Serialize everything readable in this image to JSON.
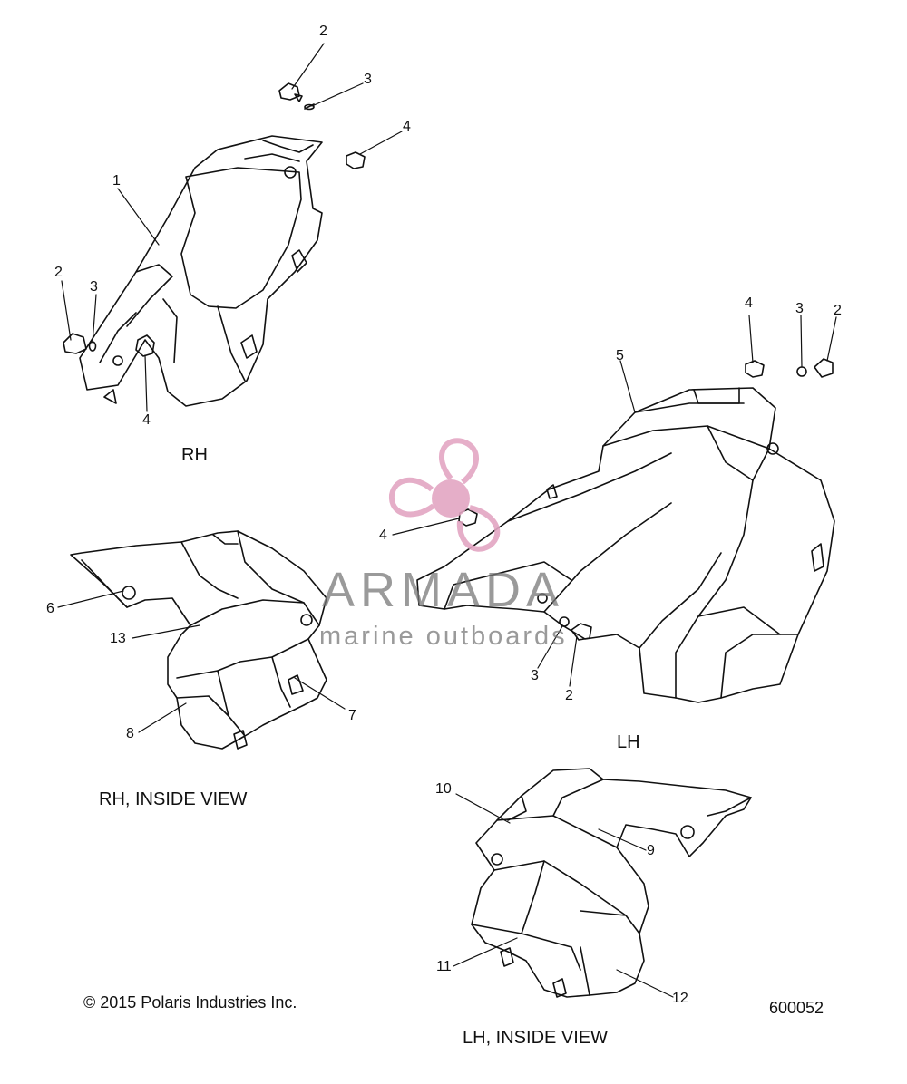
{
  "callouts": {
    "rh_top_2": "2",
    "rh_top_3": "3",
    "rh_top_4": "4",
    "rh_1": "1",
    "rh_left_2": "2",
    "rh_left_3": "3",
    "rh_left_4": "4",
    "lh_4": "4",
    "lh_3": "3",
    "lh_2": "2",
    "lh_5": "5",
    "lh_mid_4": "4",
    "lh_mid_3": "3",
    "lh_mid_2": "2",
    "rhi_6": "6",
    "rhi_13": "13",
    "rhi_7": "7",
    "rhi_8": "8",
    "lhi_10": "10",
    "lhi_9": "9",
    "lhi_11": "11",
    "lhi_12": "12"
  },
  "views": {
    "rh": "RH",
    "lh": "LH",
    "rh_inside": "RH, INSIDE VIEW",
    "lh_inside": "LH, INSIDE VIEW"
  },
  "footer": {
    "copyright": "© 2015 Polaris Industries Inc.",
    "diagram_number": "600052"
  },
  "watermark": {
    "brand": "ARMADA",
    "tagline": "marine outboards",
    "color": "#e3a6c3"
  },
  "line_color": "#111111"
}
